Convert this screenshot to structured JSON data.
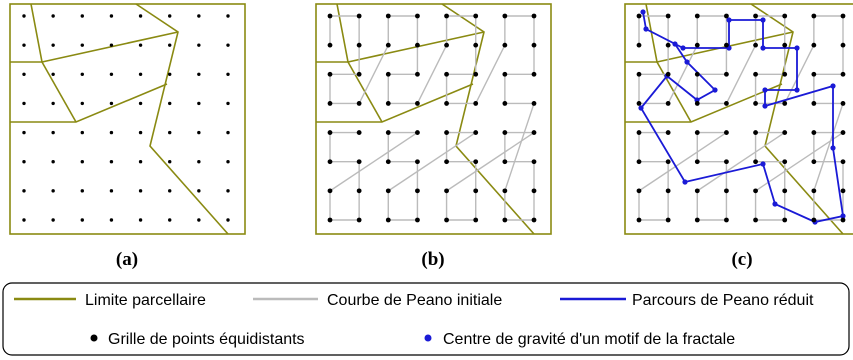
{
  "panels": [
    {
      "label": "(a)",
      "show_peano": false,
      "show_reduced": false
    },
    {
      "label": "(b)",
      "show_peano": true,
      "show_reduced": false
    },
    {
      "label": "(c)",
      "show_peano": true,
      "show_reduced": true
    }
  ],
  "legend": {
    "limite_label": "Limite parcellaire",
    "courbe_label": "Courbe de Peano initiale",
    "parcours_label": "Parcours de Peano réduit",
    "grille_label": "Grille de points équidistants",
    "centre_label": "Centre de gravité d'un motif de la fractale"
  },
  "colors": {
    "parcel": "#8a8a12",
    "peano": "#bbbbbb",
    "reduced": "#1a1ad6",
    "dot": "#000000",
    "centroid": "#1a1ad6"
  },
  "grid": {
    "rows": 8,
    "cols": 8
  },
  "peano_pattern_cells": [
    [
      1,
      0
    ],
    [
      0,
      0
    ],
    [
      0,
      1
    ],
    [
      1,
      1
    ],
    [
      2,
      1
    ],
    [
      2,
      0
    ],
    [
      3,
      0
    ],
    [
      3,
      1
    ]
  ]
}
